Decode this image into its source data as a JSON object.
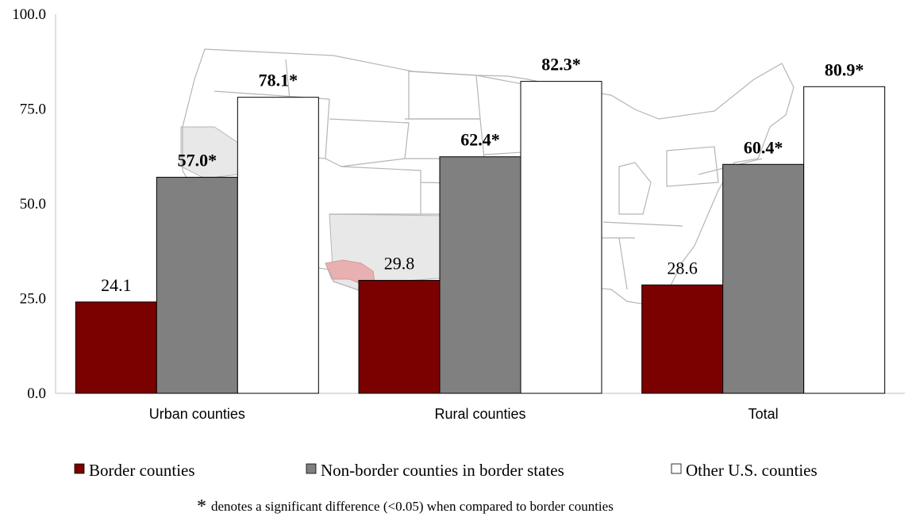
{
  "chart_data": {
    "type": "bar",
    "categories": [
      "Urban counties",
      "Rural counties",
      "Total"
    ],
    "series": [
      {
        "name": "Border counties",
        "color": "#7b0000",
        "values": [
          24.1,
          29.8,
          28.6
        ],
        "labels": [
          "24.1",
          "29.8",
          "28.6"
        ],
        "bold": [
          false,
          false,
          false
        ]
      },
      {
        "name": "Non-border counties in border states",
        "color": "#808080",
        "values": [
          57.0,
          62.4,
          60.4
        ],
        "labels": [
          "57.0*",
          "62.4*",
          "60.4*"
        ],
        "bold": [
          true,
          true,
          true
        ]
      },
      {
        "name": "Other U.S. counties",
        "color": "#ffffff",
        "values": [
          78.1,
          82.3,
          80.9
        ],
        "labels": [
          "78.1*",
          "82.3*",
          "80.9*"
        ],
        "bold": [
          true,
          true,
          true
        ]
      }
    ],
    "yticks": [
      "0.0",
      "25.0",
      "50.0",
      "75.0",
      "100.0"
    ],
    "ylim": [
      0,
      100
    ],
    "legend_position": "bottom",
    "grid": false
  },
  "footnote": {
    "marker": "*",
    "text": "denotes a significant difference (<0.05) when compared to border counties"
  },
  "background_map_icon": "us-map-outline"
}
